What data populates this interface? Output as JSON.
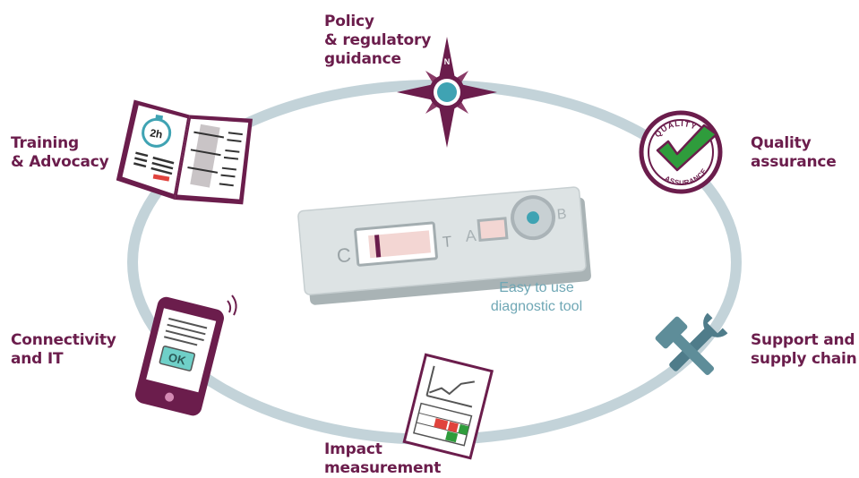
{
  "title": "",
  "center": {
    "device_letters": {
      "c": "C",
      "t": "T",
      "a": "A",
      "b": "B"
    },
    "caption_line1": "Easy to use",
    "caption_line2": "diagnostic tool"
  },
  "nodes": {
    "policy": {
      "lines": [
        "Policy",
        "& regulatory",
        "guidance"
      ],
      "icon": "compass-icon",
      "compass_mark": "N"
    },
    "quality": {
      "lines": [
        "Quality",
        "assurance"
      ],
      "icon": "quality-assurance-seal-icon",
      "seal_top": "QUALITY",
      "seal_bottom": "ASSURANCE"
    },
    "support": {
      "lines": [
        "Support and",
        "supply chain"
      ],
      "icon": "tools-icon"
    },
    "impact": {
      "lines": [
        "Impact",
        "measurement"
      ],
      "icon": "report-chart-icon"
    },
    "connectivity": {
      "lines": [
        "Connectivity",
        "and IT"
      ],
      "icon": "smartphone-icon",
      "screen_text": "OK"
    },
    "training": {
      "lines": [
        "Training",
        "& Advocacy"
      ],
      "icon": "manual-book-icon",
      "timer_text": "2h"
    }
  },
  "colors": {
    "ring": "#c3d3d9",
    "label": "#6b1d4c",
    "plum": "#6b1d4c",
    "teal": "#3fa3b3",
    "caption": "#6fa7b5",
    "check_green": "#2f9c3c"
  }
}
